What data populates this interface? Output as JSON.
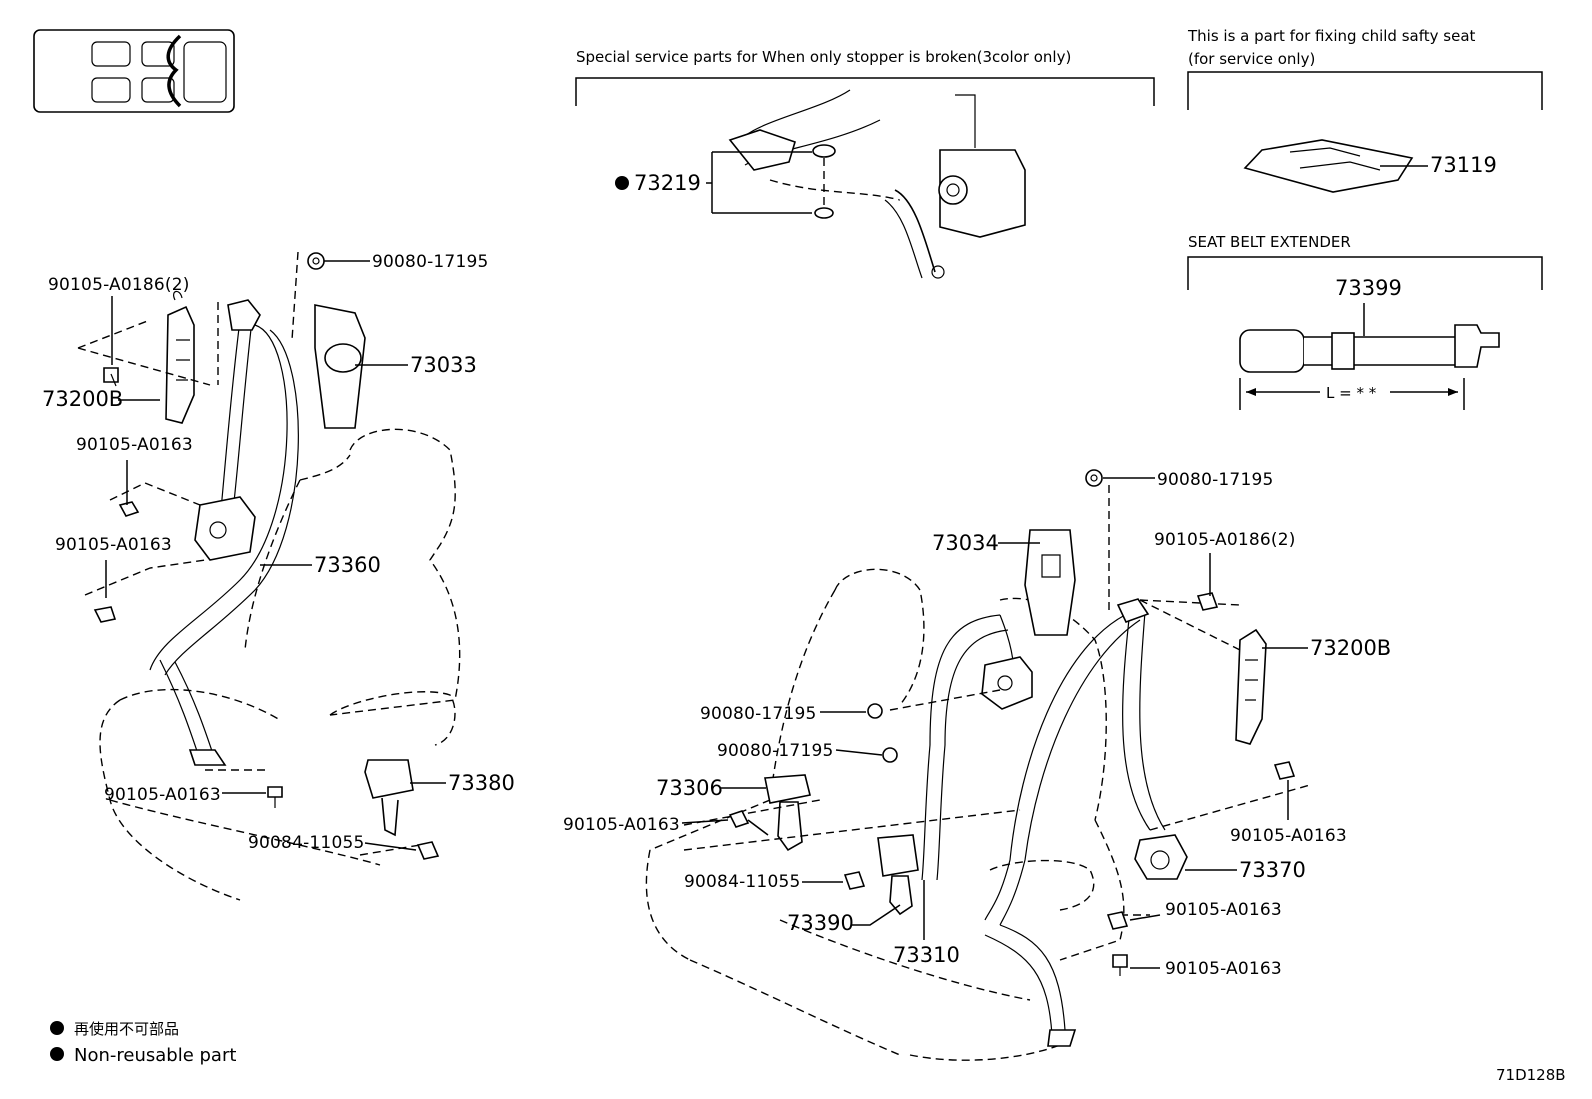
{
  "diagram_code": "71D128B",
  "headers": {
    "special_service": "Special service parts for When only stopper is broken(3color only)",
    "child_seat_line1": "This is a part for fixing child safty seat",
    "child_seat_line2": "(for service only)",
    "extender": "SEAT BELT EXTENDER",
    "length_label": "L = * *"
  },
  "legend": {
    "japanese": "再使用不可部品",
    "english": "Non-reusable part"
  },
  "parts": {
    "p73219": "73219",
    "p73119": "73119",
    "p73399": "73399",
    "left_90080": "90080-17195",
    "left_90105_a0186": "90105-A0186(2)",
    "left_73200b": "73200B",
    "left_73033": "73033",
    "left_90105_a0163_1": "90105-A0163",
    "left_90105_a0163_2": "90105-A0163",
    "left_73360": "73360",
    "left_90105_a0163_3": "90105-A0163",
    "left_73380": "73380",
    "left_90084": "90084-11055",
    "right_90080_top": "90080-17195",
    "right_73034": "73034",
    "right_90105_a0186": "90105-A0186(2)",
    "right_73200b": "73200B",
    "right_90080_a": "90080-17195",
    "right_90080_b": "90080-17195",
    "right_73306": "73306",
    "right_90105_a0163_l": "90105-A0163",
    "right_90084": "90084-11055",
    "right_73390": "73390",
    "right_73310": "73310",
    "right_90105_a0163_r1": "90105-A0163",
    "right_73370": "73370",
    "right_90105_a0163_r2": "90105-A0163",
    "right_90105_a0163_r3": "90105-A0163"
  }
}
